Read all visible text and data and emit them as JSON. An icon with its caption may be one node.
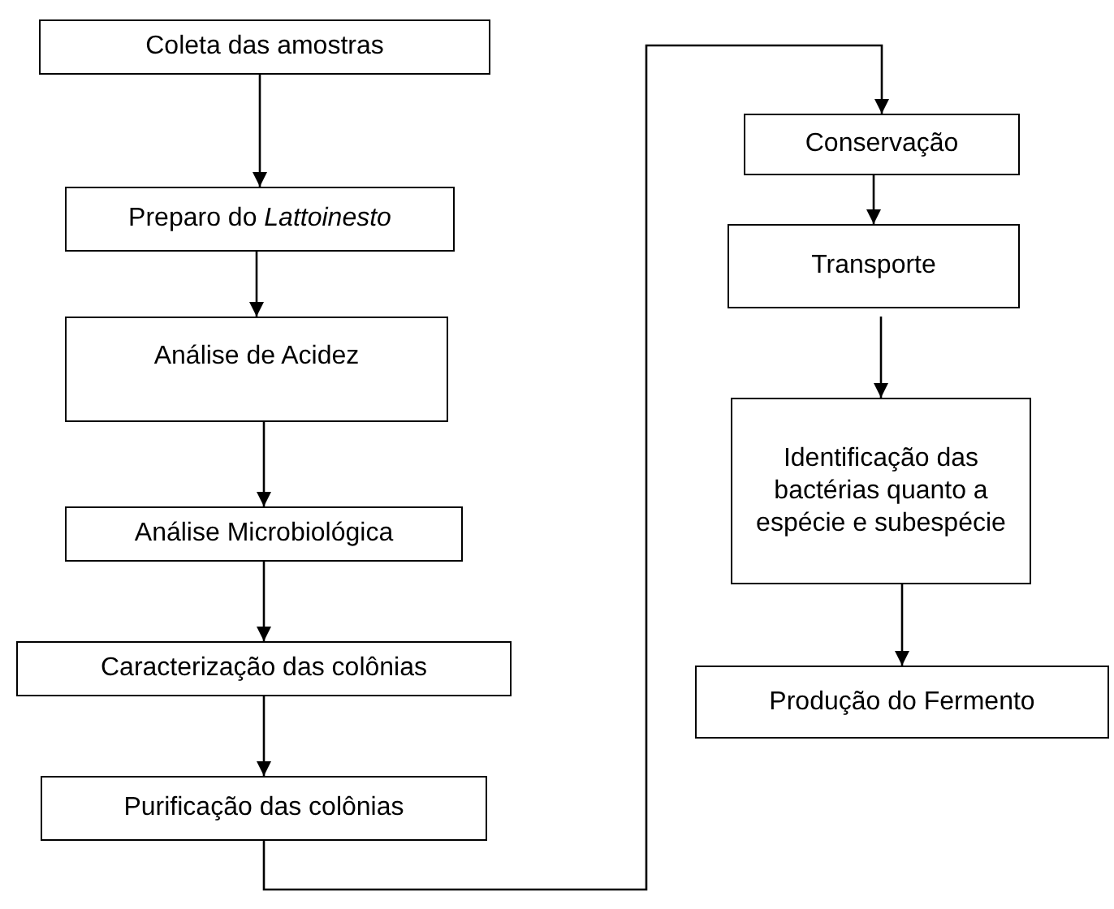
{
  "diagram": {
    "nodes": [
      {
        "text": [
          "Coleta das amostras"
        ]
      },
      {
        "text": [
          "Preparo do *Lattoinesto*"
        ]
      },
      {
        "text": [
          "Análise de Acidez"
        ]
      },
      {
        "text": [
          "Análise Microbiológica"
        ]
      },
      {
        "text": [
          "Caracterização das colônias"
        ]
      },
      {
        "text": [
          "Purificação das colônias"
        ]
      },
      {
        "text": [
          "Conservação"
        ]
      },
      {
        "text": [
          "Transporte"
        ]
      },
      {
        "text": [
          "Identificação das bactérias quanto a espécie e subespécie"
        ]
      },
      {
        "text": [
          "Produção do Fermento"
        ]
      }
    ],
    "edges": [
      {
        "from": 0,
        "to": 1,
        "arrow": "to"
      },
      {
        "from": 1,
        "to": 2,
        "arrow": "to"
      },
      {
        "from": 2,
        "to": 3,
        "arrow": "to"
      },
      {
        "from": 3,
        "to": 4,
        "arrow": "to"
      },
      {
        "from": 4,
        "to": 5,
        "arrow": "to"
      },
      {
        "from": 5,
        "to": 6,
        "arrow": "to"
      },
      {
        "from": 6,
        "to": 7,
        "arrow": "to"
      },
      {
        "from": 7,
        "to": 8,
        "arrow": "to"
      },
      {
        "from": 8,
        "to": 9,
        "arrow": "to"
      }
    ]
  }
}
